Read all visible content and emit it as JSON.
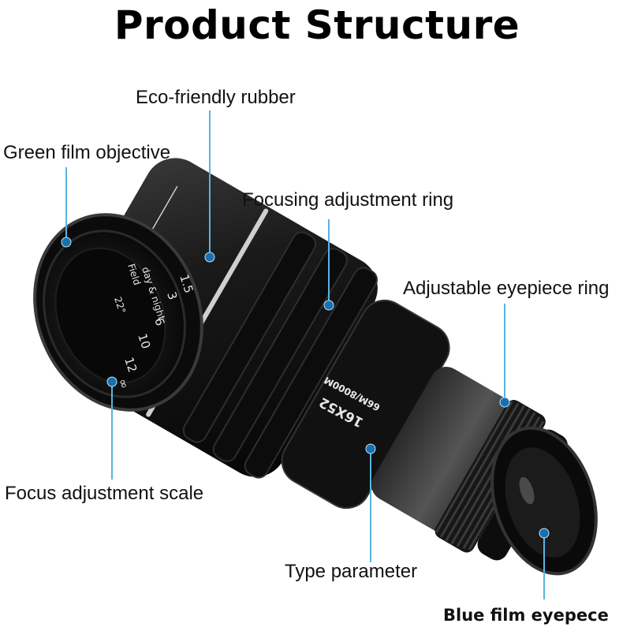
{
  "title": "Product Structure",
  "labels": {
    "eco_rubber": "Eco-friendly rubber",
    "green_film": "Green film objective",
    "focus_ring": "Focusing adjustment ring",
    "eyepiece_ring": "Adjustable eyepiece ring",
    "focus_scale": "Focus adjustment scale",
    "type_param": "Type parameter",
    "blue_film": "Blue film eyepece"
  },
  "scale": {
    "marks": [
      "1.5",
      "3",
      "6",
      "10",
      "12",
      "∞"
    ],
    "text1": "day & night",
    "text2": "Field",
    "text3": "22°"
  },
  "spec": {
    "model": "16X52",
    "range": "66M/8000M"
  },
  "colors": {
    "leader": "#5ab4e0",
    "body": "#151515"
  }
}
